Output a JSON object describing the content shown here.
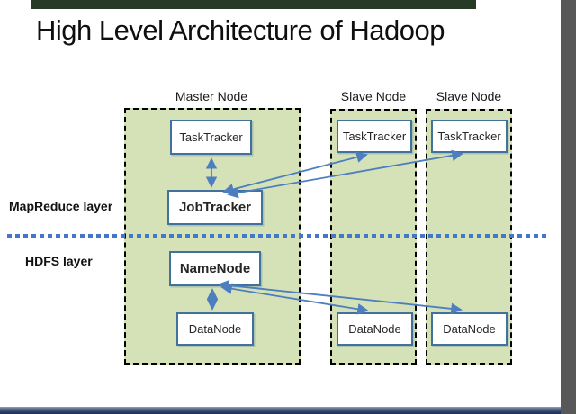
{
  "slide": {
    "title": "High Level Architecture of Hadoop"
  },
  "diagram": {
    "groups": {
      "master": {
        "label": "Master Node"
      },
      "slave1": {
        "label": "Slave Node"
      },
      "slave2": {
        "label": "Slave Node"
      }
    },
    "nodes": {
      "master_tasktracker": "TaskTracker",
      "master_jobtracker": "JobTracker",
      "master_namenode": "NameNode",
      "master_datanode": "DataNode",
      "slave1_tasktracker": "TaskTracker",
      "slave1_datanode": "DataNode",
      "slave2_tasktracker": "TaskTracker",
      "slave2_datanode": "DataNode"
    },
    "layers": {
      "mapreduce": "MapReduce layer",
      "hdfs": "HDFS layer"
    },
    "colors": {
      "group_fill": "#d5e2b8",
      "node_border": "#41719c",
      "arrow_blue": "#4d7ebf",
      "divider_blue": "#4577c9",
      "top_bar": "#263a26",
      "right_strip": "#585858"
    }
  }
}
